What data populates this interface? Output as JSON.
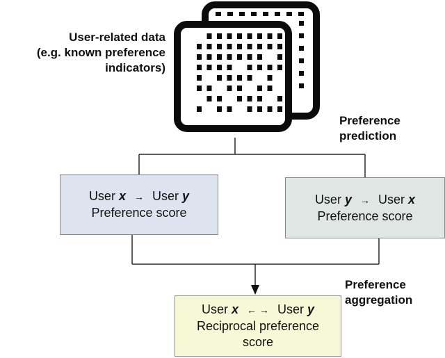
{
  "data_source": {
    "label_lines": [
      "User-related data",
      "(e.g. known preference",
      "indicators)"
    ]
  },
  "stages": {
    "prediction_lines": [
      "Preference",
      "prediction"
    ],
    "aggregation_lines": [
      "Preference",
      "aggregation"
    ]
  },
  "boxes": {
    "x_to_y": {
      "from_prefix": "User",
      "from_var": "x",
      "arrow": "→",
      "to_prefix": "User",
      "to_var": "y",
      "caption": "Preference score",
      "fill": "#dde4ef"
    },
    "y_to_x": {
      "from_prefix": "User",
      "from_var": "y",
      "arrow": "→",
      "to_prefix": "User",
      "to_var": "x",
      "caption": "Preference score",
      "fill": "#dfe6e3"
    },
    "reciprocal": {
      "from_prefix": "User",
      "from_var": "x",
      "arrow": "← →",
      "to_prefix": "User",
      "to_var": "y",
      "caption_lines": [
        "Reciprocal preference",
        "score"
      ],
      "fill": "#f7f8d5"
    }
  },
  "colors": {
    "line": "#2a2a2a",
    "box_border": "#8a8a8a",
    "doc_ink": "#0b0b0b"
  },
  "icons": {
    "data_matrix": "stacked-documents-dot-matrix-icon"
  }
}
